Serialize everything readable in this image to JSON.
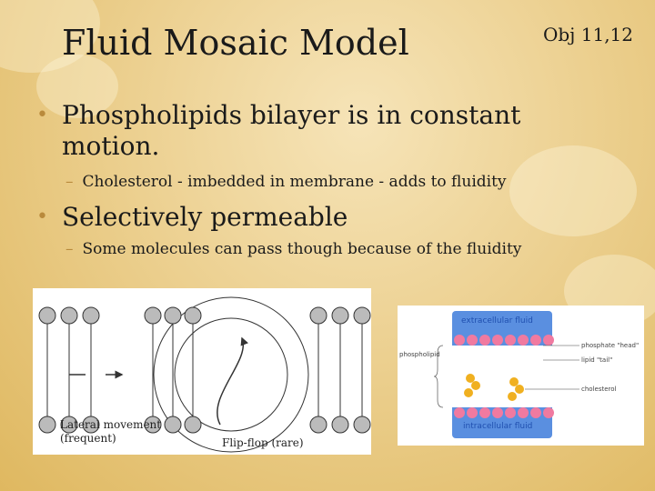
{
  "slide": {
    "title": "Fluid Mosaic Model",
    "objective": "Obj 11,12",
    "bullets": [
      {
        "text": "Phospholipids bilayer is in constant motion.",
        "sub": "Cholesterol - imbedded in membrane - adds to fluidity"
      },
      {
        "text": "Selectively permeable",
        "sub": "Some molecules can pass though because of the fluidity"
      }
    ]
  },
  "figure_left": {
    "label_lateral_1": "Lateral movement",
    "label_lateral_2": "(frequent)",
    "label_flipflop": "Flip-flop (rare)"
  },
  "figure_right": {
    "top": "extracellular fluid",
    "bottom": "intracellular fluid",
    "left": "phospholipid",
    "head": "phosphate \"head\"",
    "tail": "lipid \"tail\"",
    "chol": "cholesterol"
  },
  "colors": {
    "accent": "#b98a3c",
    "membrane_blue": "#5a8fe0",
    "head_pink": "#f07aa0",
    "cholesterol": "#f0b020"
  }
}
